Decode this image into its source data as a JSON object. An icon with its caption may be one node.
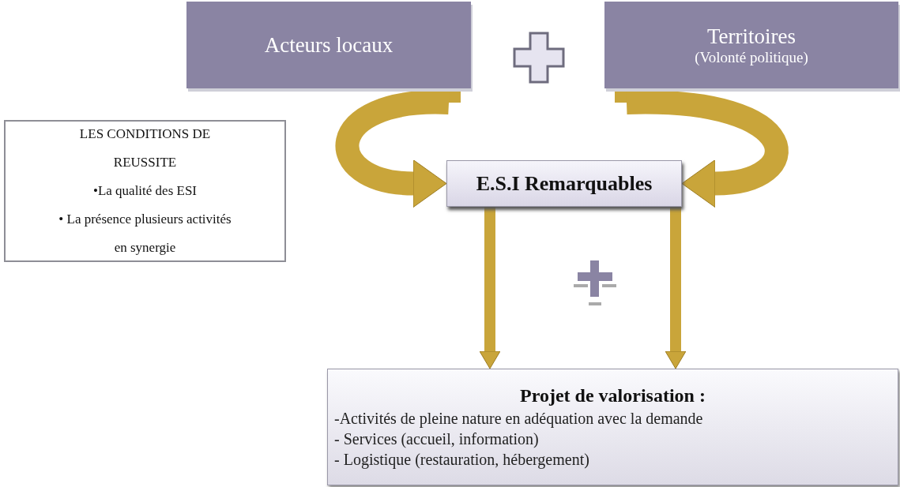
{
  "diagram": {
    "nodes": [
      {
        "text": [
          "Acteurs locaux"
        ]
      },
      {
        "text": [
          "Territoires",
          "(Volonté politique)"
        ]
      },
      {
        "text": [
          "LES CONDITIONS DE REUSSITE",
          "•La qualité des ESI",
          "• La présence plusieurs activités en synergie"
        ]
      },
      {
        "text": [
          "E.S.I Remarquables"
        ]
      },
      {
        "text": [
          "Projet de valorisation :",
          "-Activités de pleine nature en adéquation avec la demande",
          "- Services (accueil, information)",
          "- Logistique (restauration, hébergement)"
        ]
      }
    ],
    "edges": [
      {
        "from": 0,
        "to": 3,
        "arrow": "to",
        "style": "thick"
      },
      {
        "from": 1,
        "to": 3,
        "arrow": "to",
        "style": "thick"
      },
      {
        "from": 3,
        "to": 4,
        "arrow": "to"
      },
      {
        "from": 3,
        "to": 4,
        "arrow": "to"
      }
    ]
  }
}
